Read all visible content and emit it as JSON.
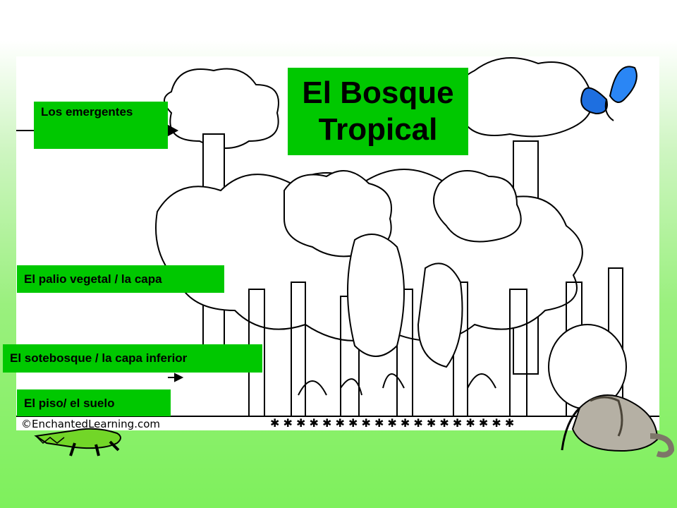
{
  "title": {
    "line1": "El Bosque",
    "line2": "Tropical"
  },
  "layers": {
    "emergentes": "Los emergentes",
    "palio": "El palio vegetal / la capa",
    "sotebosque": "El sotebosque / la capa inferior",
    "piso": "El piso/ el suelo"
  },
  "watermark": "©EnchantedLearning.com",
  "colors": {
    "label_bg": "#00c800",
    "background_bottom": "#7ef05c"
  },
  "icons": [
    "butterfly-icon",
    "crocodile-icon",
    "anteater-icon",
    "rainforest-trees-illustration"
  ]
}
